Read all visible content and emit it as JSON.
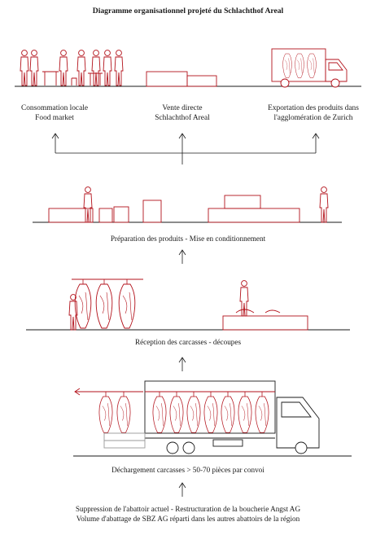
{
  "title": "Diagramme organisationnel projeté du Schlachthof Areal",
  "destinations": [
    {
      "line1": "Consommation locale",
      "line2": "Food market"
    },
    {
      "line1": "Vente directe",
      "line2": "Schlachthof Areal"
    },
    {
      "line1": "Exportation des produits dans",
      "line2": "l'agglomération de Zurich"
    }
  ],
  "stages": {
    "preparation": "Préparation des produits - Mise en conditionnement",
    "reception": "Réception des carcasses - découpes",
    "unloading": "Déchargement carcasses > 50-70 pièces par convoi"
  },
  "footer": {
    "line1": "Suppression de l'abattoir actuel - Restructuration de la boucherie Angst AG",
    "line2": "Volume d'abattage de SBZ AG réparti dans les autres abattoirs de la région"
  },
  "colors": {
    "accent": "#b3121b",
    "ink": "#1a1a1a"
  }
}
